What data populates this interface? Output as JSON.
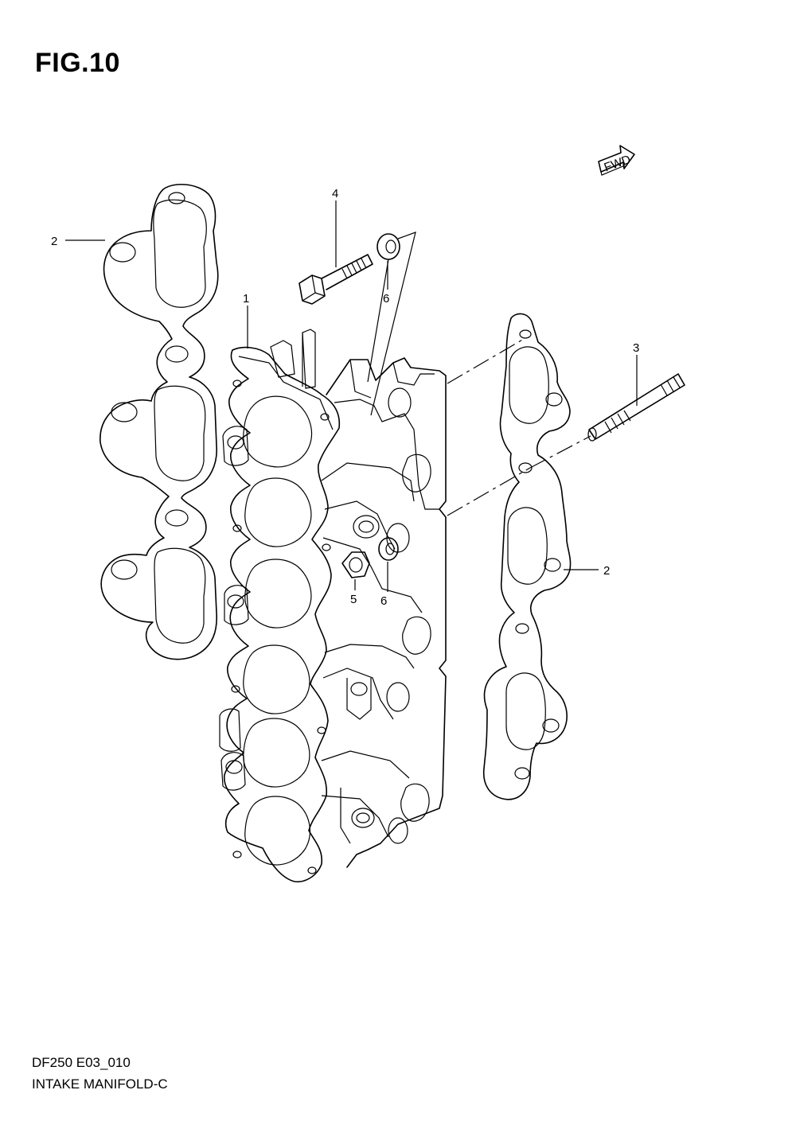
{
  "figure": {
    "title": "FIG.10",
    "code": "DF250 E03_010",
    "name": "INTAKE MANIFOLD-C"
  },
  "fwd_label": "FWD",
  "callouts": [
    {
      "id": "1",
      "label": "1"
    },
    {
      "id": "2a",
      "label": "2"
    },
    {
      "id": "2b",
      "label": "2"
    },
    {
      "id": "3",
      "label": "3"
    },
    {
      "id": "4",
      "label": "4"
    },
    {
      "id": "5",
      "label": "5"
    },
    {
      "id": "6a",
      "label": "6"
    },
    {
      "id": "6b",
      "label": "6"
    }
  ]
}
